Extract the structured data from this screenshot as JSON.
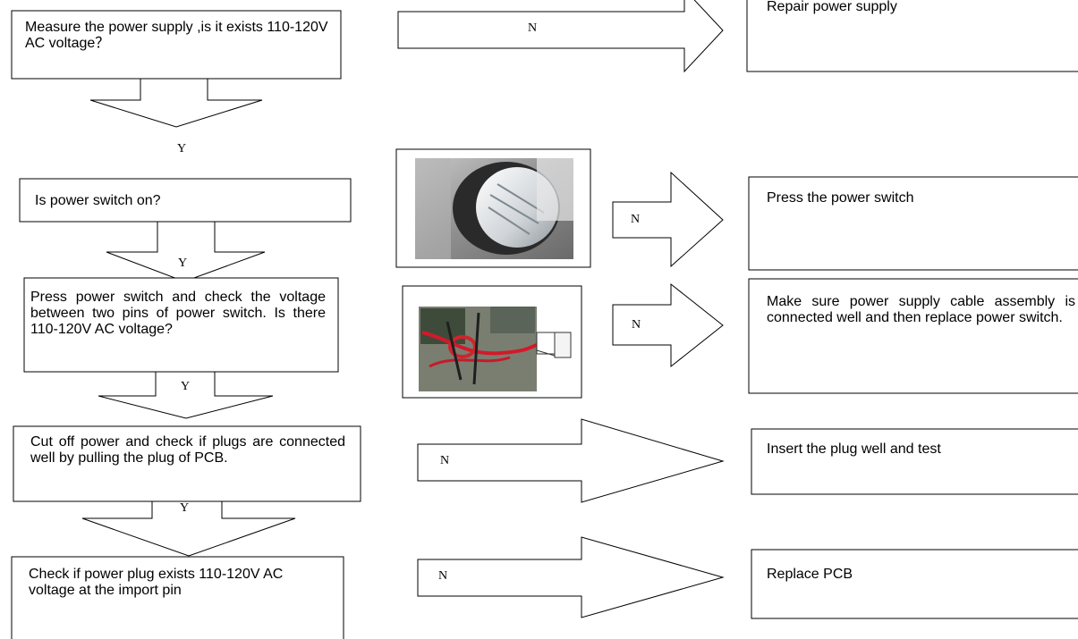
{
  "steps": [
    {
      "text": "Measure the power supply ,is it exists 110-120V AC voltage？",
      "no": "N",
      "yes": "Y",
      "action": "Repair power supply"
    },
    {
      "text": "Is power switch on?",
      "no": "N",
      "yes": "Y",
      "action": "Press the power switch"
    },
    {
      "text": "Press power switch and check the voltage between two pins of power switch. Is there 110-120V AC voltage?",
      "no": "N",
      "yes": "Y",
      "action": "Make sure power supply cable assembly is connected well and then replace power switch."
    },
    {
      "text": "Cut off power and check if plugs are connected well by pulling the plug of PCB.",
      "no": "N",
      "yes": "Y",
      "action": "Insert the plug well and test"
    },
    {
      "text": "Check if power plug exists 110-120V AC voltage at the import pin",
      "no": "N",
      "action": "Replace PCB"
    }
  ],
  "colors": {
    "stroke": "#000000",
    "background": "#ffffff"
  }
}
